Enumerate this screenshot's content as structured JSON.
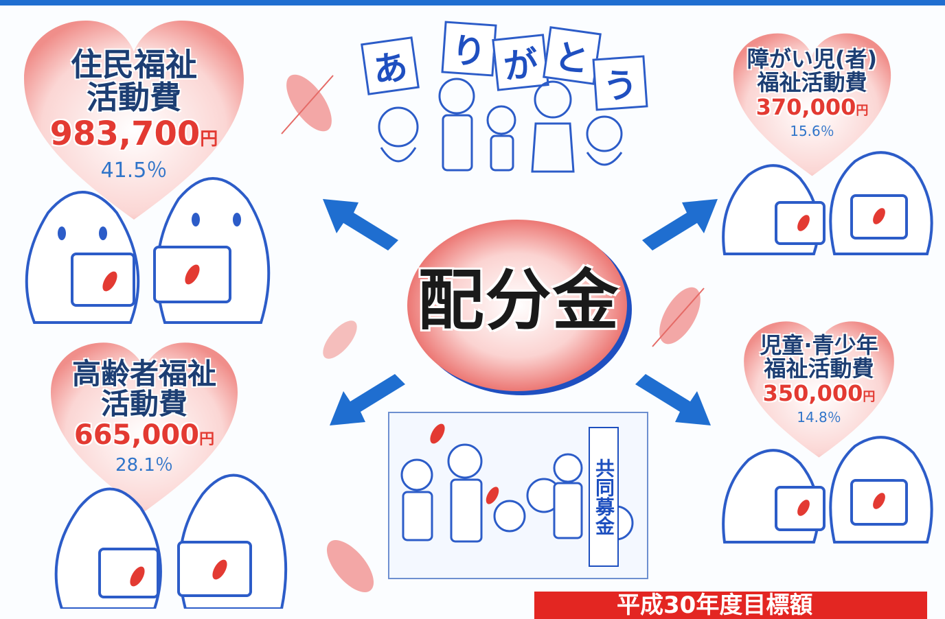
{
  "center": {
    "title": "配分金"
  },
  "thanks": {
    "chars": [
      "あ",
      "り",
      "が",
      "と",
      "う"
    ]
  },
  "categories": [
    {
      "id": "resident",
      "line1": "住民福祉",
      "line2": "活動費",
      "amount": "983,700",
      "yen": "円",
      "percent": "41.5％"
    },
    {
      "id": "disabled",
      "line1": "障がい児(者)",
      "line2": "福祉活動費",
      "amount": "370,000",
      "yen": "円",
      "percent": "15.6％"
    },
    {
      "id": "elderly",
      "line1": "高齢者福祉",
      "line2": "活動費",
      "amount": "665,000",
      "yen": "円",
      "percent": "28.1％"
    },
    {
      "id": "youth",
      "line1": "児童·青少年",
      "line2": "福祉活動費",
      "amount": "350,000",
      "yen": "円",
      "percent": "14.8％"
    }
  ],
  "fund_banner": "共同募金",
  "bottom_banner": "平成30年度目標額",
  "colors": {
    "accent_blue": "#1f6ed0",
    "heart_red": "#e33a32",
    "navy_text": "#1d3e73"
  },
  "icons": {
    "arrow": "arrow-icon",
    "feather": "red-feather-icon",
    "mascot": "mascot-icon"
  }
}
